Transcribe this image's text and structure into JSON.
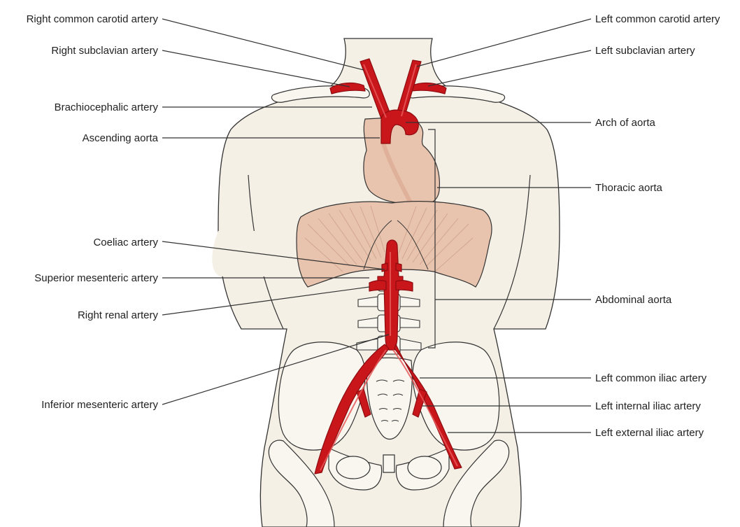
{
  "diagram": {
    "labels_left": {
      "right_common_carotid": "Right common carotid artery",
      "right_subclavian": "Right subclavian artery",
      "brachiocephalic": "Brachiocephalic artery",
      "ascending_aorta": "Ascending aorta",
      "coeliac": "Coeliac artery",
      "superior_mesenteric": "Superior mesenteric artery",
      "right_renal": "Right renal artery",
      "inferior_mesenteric": "Inferior mesenteric artery"
    },
    "labels_right": {
      "left_common_carotid": "Left common carotid artery",
      "left_subclavian": "Left subclavian artery",
      "arch_of_aorta": "Arch of aorta",
      "thoracic_aorta": "Thoracic aorta",
      "abdominal_aorta": "Abdominal aorta",
      "left_common_iliac": "Left common iliac artery",
      "left_internal_iliac": "Left internal iliac artery",
      "left_external_iliac": "Left external iliac artery"
    },
    "colors": {
      "artery": "#c8161b",
      "artery_highlight": "#e8595b",
      "skin": "#f5f0e6",
      "organ": "#e8c3ad",
      "bone": "#f8f6ef",
      "outline": "#333333"
    }
  }
}
